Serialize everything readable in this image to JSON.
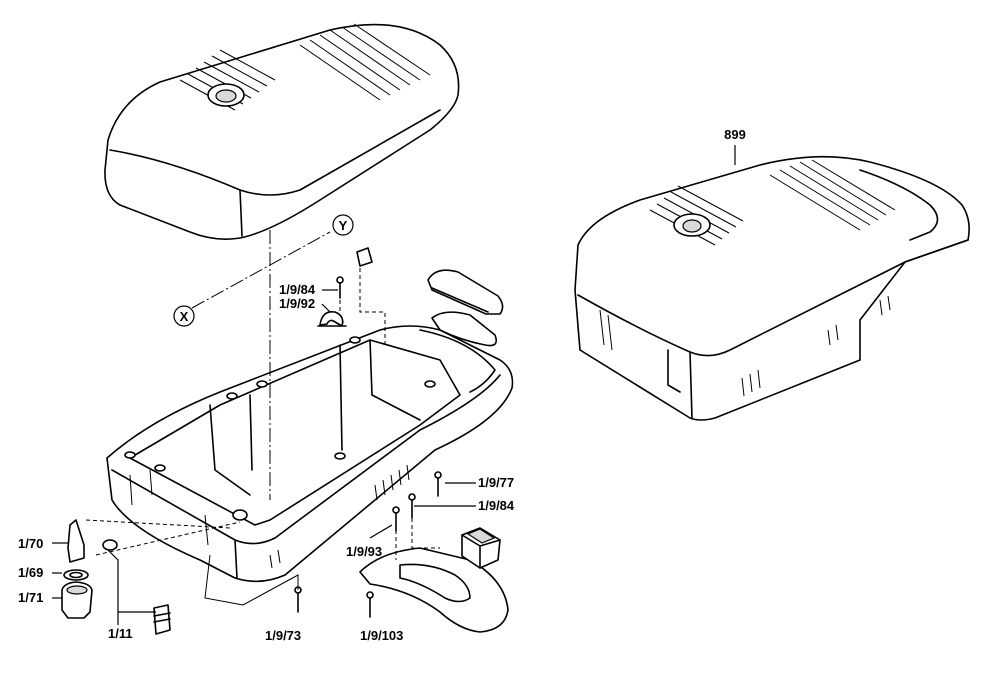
{
  "callouts": {
    "cover_assembly": "899",
    "screw_top_left": "1/9/84",
    "clamp": "1/9/92",
    "screw_right_upper": "1/9/77",
    "screw_right_lower": "1/9/84",
    "screw_mid": "1/9/93",
    "screw_bottom_mid": "1/9/73",
    "screw_bottom_right": "1/9/103",
    "nozzle": "1/70",
    "nut": "1/69",
    "connector": "1/71",
    "fitting_group": "1/11"
  },
  "axis_markers": {
    "x": "X",
    "y": "Y"
  }
}
